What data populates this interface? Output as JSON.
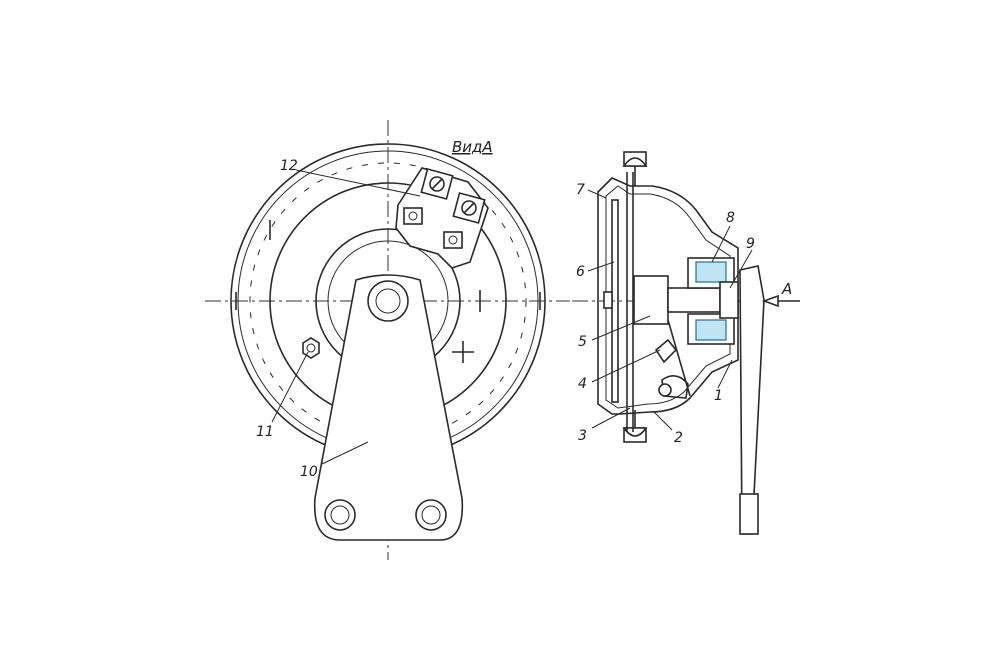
{
  "figure": {
    "view_label": "ВидА",
    "direction_label": "A",
    "callouts": [
      "1",
      "2",
      "3",
      "4",
      "5",
      "6",
      "7",
      "8",
      "9",
      "10",
      "11",
      "12"
    ]
  },
  "colors": {
    "line": "#2a2a2a",
    "coil_fill": "#bfe4f2",
    "coil_stroke": "#1f6f9c",
    "background": "#ffffff"
  }
}
